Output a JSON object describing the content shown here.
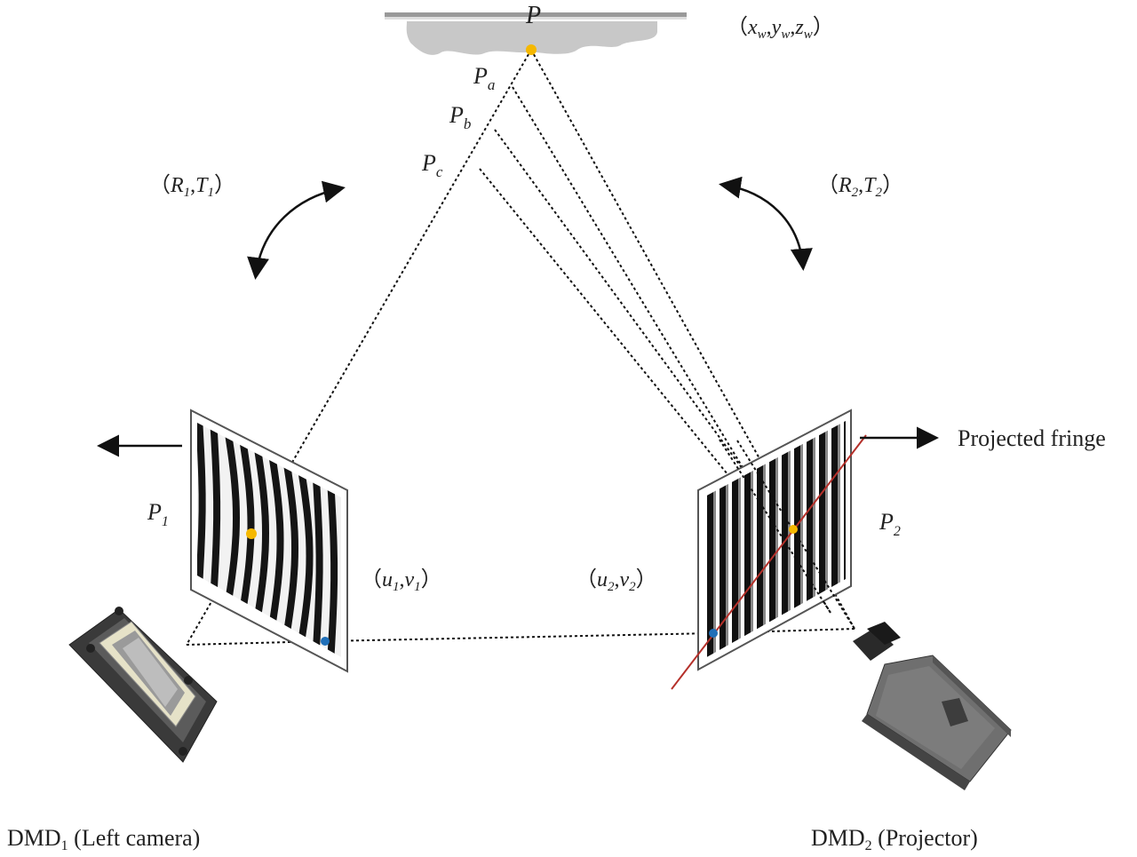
{
  "labels": {
    "P": "P",
    "Pa_base": "P",
    "Pa_sub": "a",
    "Pb_base": "P",
    "Pb_sub": "b",
    "Pc_base": "P",
    "Pc_sub": "c",
    "world_coord": {
      "open": "（",
      "x": "x",
      "xs": "w",
      "y": "y",
      "ys": "w",
      "z": "z",
      "zs": "w",
      "close": "）"
    },
    "rt1": {
      "open": "（",
      "r": "R",
      "rs": "1",
      "t": "T",
      "ts": "1",
      "close": "）"
    },
    "rt2": {
      "open": "（",
      "r": "R",
      "rs": "2",
      "t": "T",
      "ts": "2",
      "close": "）"
    },
    "P1": {
      "base": "P",
      "sub": "1"
    },
    "P2": {
      "base": "P",
      "sub": "2"
    },
    "uv1": {
      "open": "（",
      "u": "u",
      "us": "1",
      "v": "v",
      "vs": "1",
      "close": "）"
    },
    "uv2": {
      "open": "（",
      "u": "u",
      "us": "2",
      "v": "v",
      "vs": "2",
      "close": "）"
    },
    "projected_fringe": "Projected fringe",
    "dmd1": {
      "base": "DMD",
      "sub": "1",
      "rest": " (Left camera)"
    },
    "dmd2": {
      "base": "DMD",
      "sub": "2",
      "rest": " (Projector)"
    }
  },
  "colors": {
    "object": "#c8c8c8",
    "world_point": "#f5b800",
    "image_point": "#1f6fb8",
    "epipolar_line": "#b5302a",
    "ray": "#111111"
  }
}
